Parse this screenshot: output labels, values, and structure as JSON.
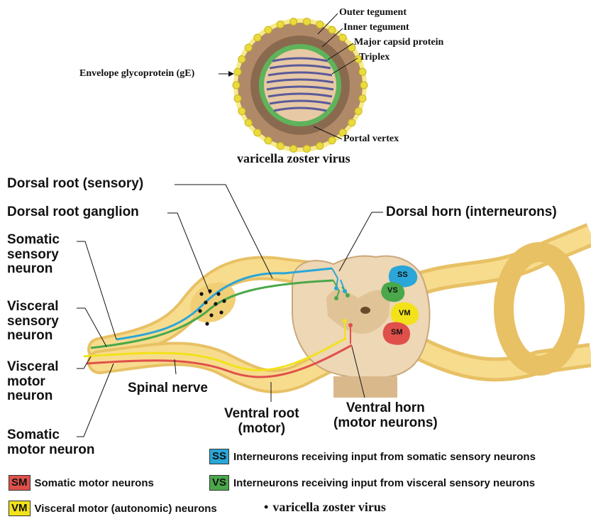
{
  "virus": {
    "labels": {
      "outer_tegument": "Outer tegument",
      "inner_tegument": "Inner tegument",
      "major_capsid": "Major capsid protein",
      "triplex": "Triplex",
      "envelope": "Envelope glycoprotein (gE)",
      "portal_vertex": "Portal vertex"
    },
    "caption": "varicella zoster virus"
  },
  "spinal": {
    "labels": {
      "dorsal_root": "Dorsal root (sensory)",
      "dorsal_root_ganglion": "Dorsal root ganglion",
      "somatic_sensory": "Somatic\nsensory\nneuron",
      "visceral_sensory": "Visceral\nsensory\nneuron",
      "visceral_motor": "Visceral\nmotor\nneuron",
      "somatic_motor": "Somatic\nmotor neuron",
      "spinal_nerve": "Spinal nerve",
      "ventral_root": "Ventral root\n(motor)",
      "ventral_horn": "Ventral horn\n(motor neurons)",
      "dorsal_horn": "Dorsal horn (interneurons)",
      "ss": "SS",
      "vs": "VS",
      "vm": "VM",
      "sm": "SM"
    }
  },
  "legend": {
    "ss": {
      "code": "SS",
      "text": "Interneurons receiving input from somatic sensory neurons"
    },
    "vs": {
      "code": "VS",
      "text": "Interneurons receiving input from visceral sensory neurons"
    },
    "sm": {
      "code": "SM",
      "text": "Somatic motor neurons"
    },
    "vm": {
      "code": "VM",
      "text": "Visceral motor (autonomic) neurons"
    },
    "dot": {
      "symbol": "•",
      "text": "varicella zoster virus"
    }
  },
  "colors": {
    "ss": "#2aa6d8",
    "vs": "#4aa84a",
    "vm": "#f2e21a",
    "sm": "#e0504a",
    "nerve": "#f3d27a",
    "cord": "#ecd9b8"
  }
}
